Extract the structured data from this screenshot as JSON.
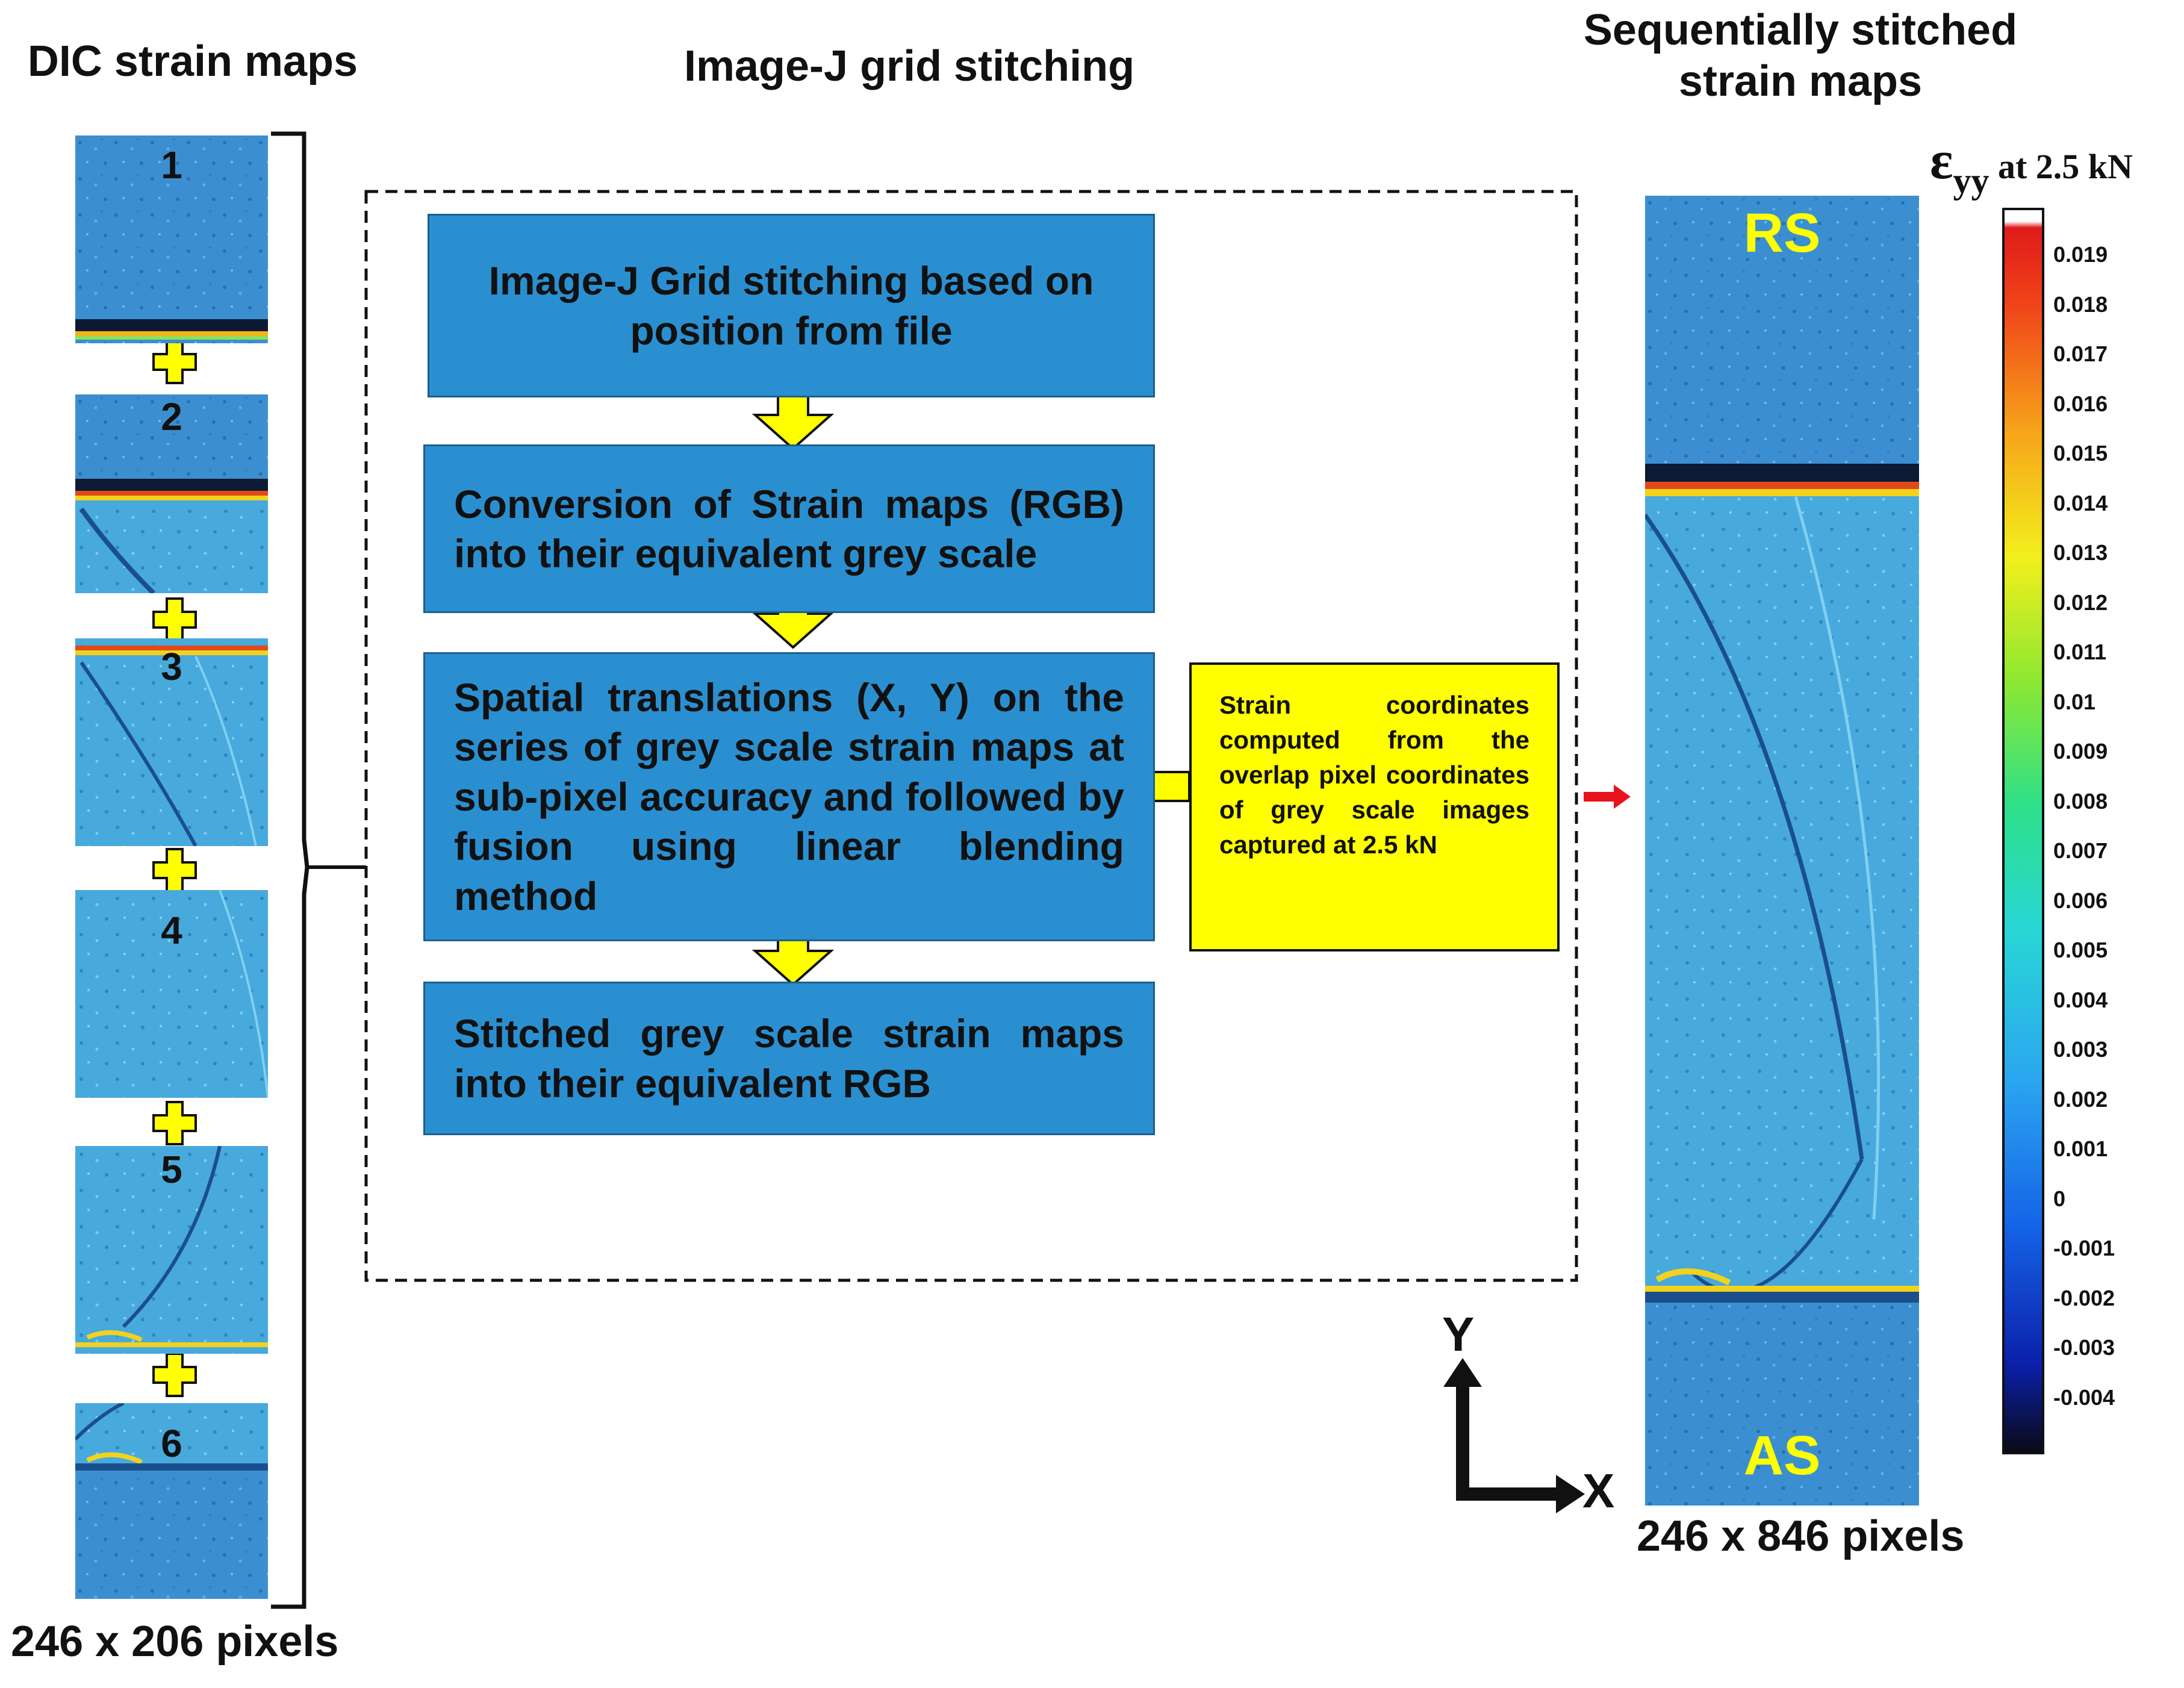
{
  "headings": {
    "left": "DIC strain maps",
    "middle": "Image-J grid stitching",
    "right_line1": "Sequentially stitched",
    "right_line2": "strain maps"
  },
  "tiles": [
    {
      "num": "1"
    },
    {
      "num": "2"
    },
    {
      "num": "3"
    },
    {
      "num": "4"
    },
    {
      "num": "5"
    },
    {
      "num": "6"
    }
  ],
  "tile_size_label": "246 x 206 pixels",
  "stitched_size_label": "246 x 846 pixels",
  "flowchart": {
    "steps": [
      "Image-J Grid stitching based on position from file",
      "Conversion of Strain maps (RGB) into their equivalent grey scale",
      "Spatial translations (X, Y) on the series of grey scale strain maps at sub-pixel accuracy and followed by fusion using linear blending method",
      "Stitched grey scale strain maps into their equivalent RGB"
    ],
    "note": "Strain coordinates computed from the overlap pixel coordinates of grey scale images captured at 2.5 kN"
  },
  "stitched_map": {
    "top_label": "RS",
    "bottom_label": "AS"
  },
  "colorbar": {
    "symbol": "ε",
    "subscript": "yy",
    "suffix": " at 2.5 kN",
    "ticks": [
      "0.019",
      "0.018",
      "0.017",
      "0.016",
      "0.015",
      "0.014",
      "0.013",
      "0.012",
      "0.011",
      "0.01",
      "0.009",
      "0.008",
      "0.007",
      "0.006",
      "0.005",
      "0.004",
      "0.003",
      "0.002",
      "0.001",
      "0",
      "-0.001",
      "-0.002",
      "-0.003",
      "-0.004"
    ]
  },
  "axes": {
    "y": "Y",
    "x": "X"
  },
  "colors": {
    "step_fill": "#2a8fd0",
    "note_fill": "#ffff00",
    "plus_fill": "#ffff00",
    "arrow_fill": "#ffff00",
    "pointer_red": "#e8141b",
    "map_base": "#3b8fd0"
  }
}
